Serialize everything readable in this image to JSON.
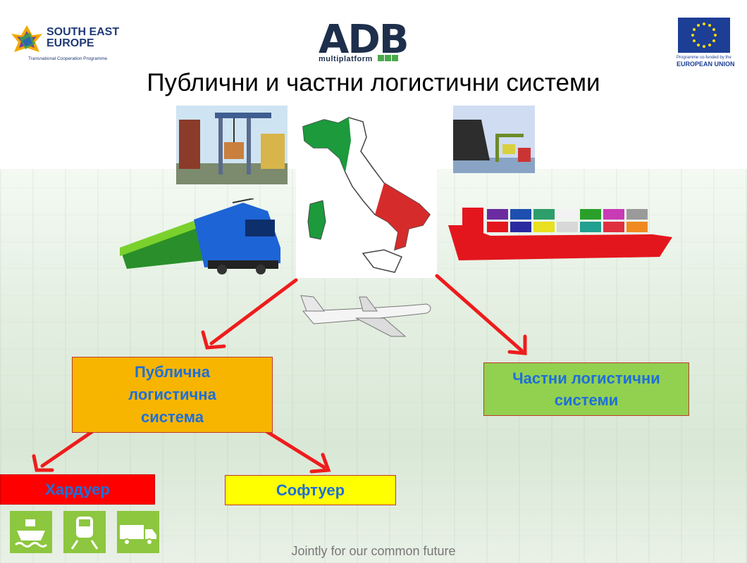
{
  "header": {
    "see_logo": {
      "line1": "SOUTH EAST",
      "line2": "EUROPE",
      "subtitle": "Transnational Cooperation Programme"
    },
    "adb_logo": {
      "word": "ADB",
      "sub": "multiplatform"
    },
    "eu_logo": {
      "note": "Programme co-funded by the",
      "union": "EUROPEAN UNION"
    }
  },
  "title": "Публични и частни логистични системи",
  "boxes": {
    "public": "Публична логистична система",
    "private": "Частни логистични системи",
    "hardware": "Хардуер",
    "software": "Софтуер"
  },
  "illustrations": [
    "crane-train-icon",
    "italy-map-icon",
    "cargo-ship-port-icon",
    "electric-train-icon",
    "container-ship-icon",
    "airplane-icon"
  ],
  "footer": {
    "tagline": "Jointly for our common future",
    "icons": [
      "ship-icon",
      "train-icon",
      "truck-icon"
    ]
  },
  "colors": {
    "arrow": "#ee1c1c",
    "public_box": "#f7b500",
    "private_box": "#92d050",
    "hardware_box": "#ff0000",
    "software_box": "#ffff00",
    "box_text": "#1e6fd9",
    "footer_icon": "#8dc63f"
  }
}
